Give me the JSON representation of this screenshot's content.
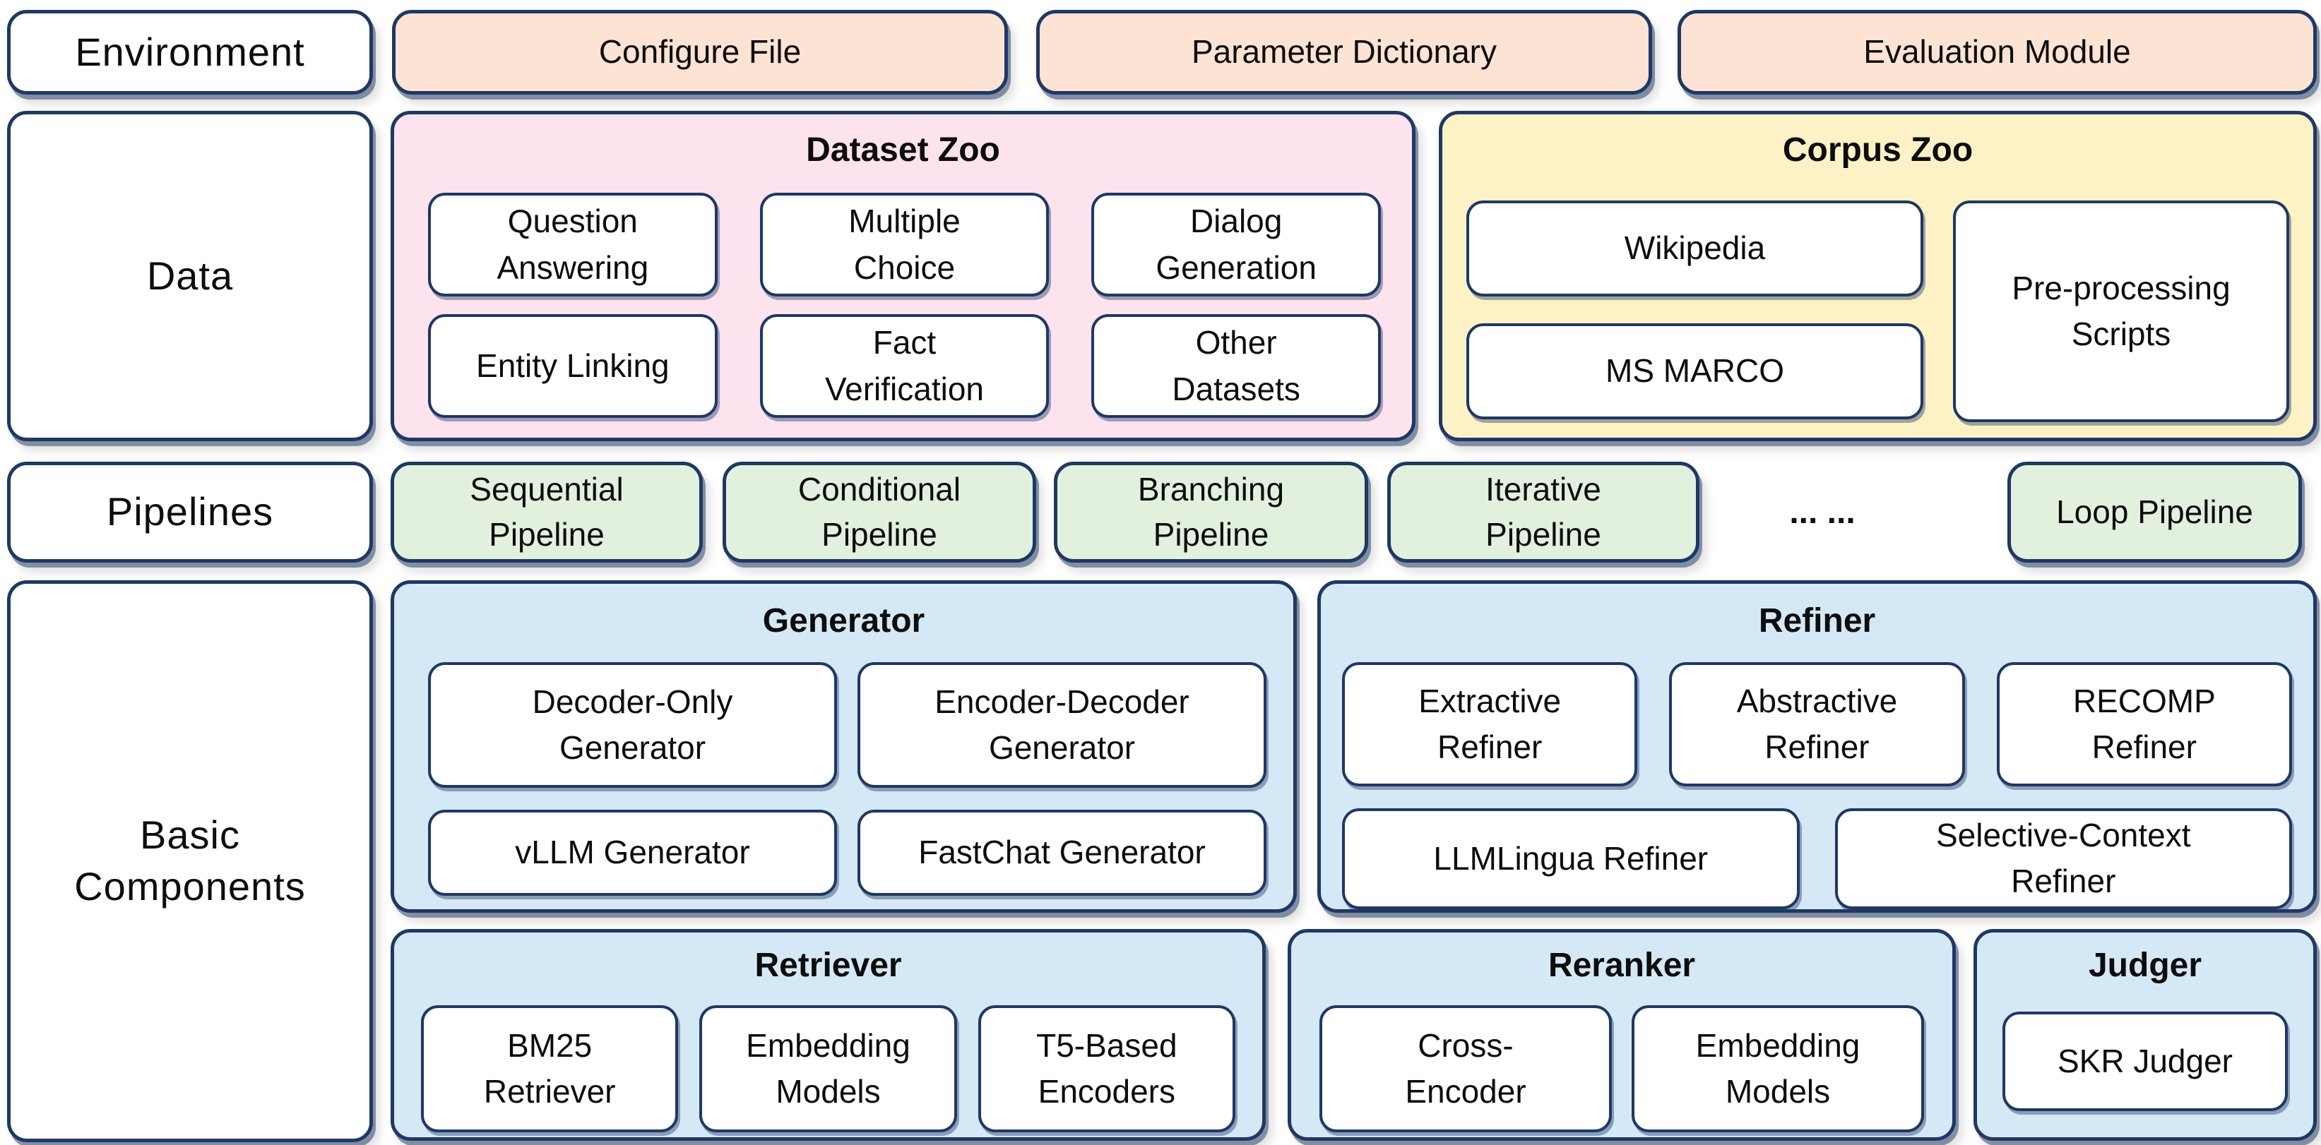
{
  "colors": {
    "border_navy": "#1f3864",
    "peach": "#fde3d3",
    "pink": "#fce3ee",
    "yellow": "#fdf2c5",
    "green": "#e2f1dd",
    "blue": "#d5e8f6"
  },
  "environment": {
    "label": "Environment",
    "items": [
      "Configure File",
      "Parameter Dictionary",
      "Evaluation Module"
    ]
  },
  "data_row": {
    "label": "Data",
    "dataset_zoo": {
      "title": "Dataset Zoo",
      "items": [
        "Question\nAnswering",
        "Multiple\nChoice",
        "Dialog\nGeneration",
        "Entity Linking",
        "Fact\nVerification",
        "Other\nDatasets"
      ]
    },
    "corpus_zoo": {
      "title": "Corpus Zoo",
      "stacked_items": [
        "Wikipedia",
        "MS MARCO"
      ],
      "side_item": "Pre-processing\nScripts"
    }
  },
  "pipelines": {
    "label": "Pipelines",
    "items": [
      "Sequential\nPipeline",
      "Conditional\nPipeline",
      "Branching\nPipeline",
      "Iterative\nPipeline"
    ],
    "ellipsis": "... ...",
    "loop": "Loop Pipeline"
  },
  "basic_components": {
    "label": "Basic\nComponents",
    "generator": {
      "title": "Generator",
      "items": [
        "Decoder-Only\nGenerator",
        "Encoder-Decoder\nGenerator",
        "vLLM Generator",
        "FastChat Generator"
      ]
    },
    "refiner": {
      "title": "Refiner",
      "items": [
        "Extractive\nRefiner",
        "Abstractive\nRefiner",
        "RECOMP\nRefiner",
        "LLMLingua Refiner",
        "Selective-Context\nRefiner"
      ]
    },
    "retriever": {
      "title": "Retriever",
      "items": [
        "BM25\nRetriever",
        "Embedding\nModels",
        "T5-Based\nEncoders"
      ]
    },
    "reranker": {
      "title": "Reranker",
      "items": [
        "Cross-\nEncoder",
        "Embedding\nModels"
      ]
    },
    "judger": {
      "title": "Judger",
      "items": [
        "SKR Judger"
      ]
    }
  }
}
